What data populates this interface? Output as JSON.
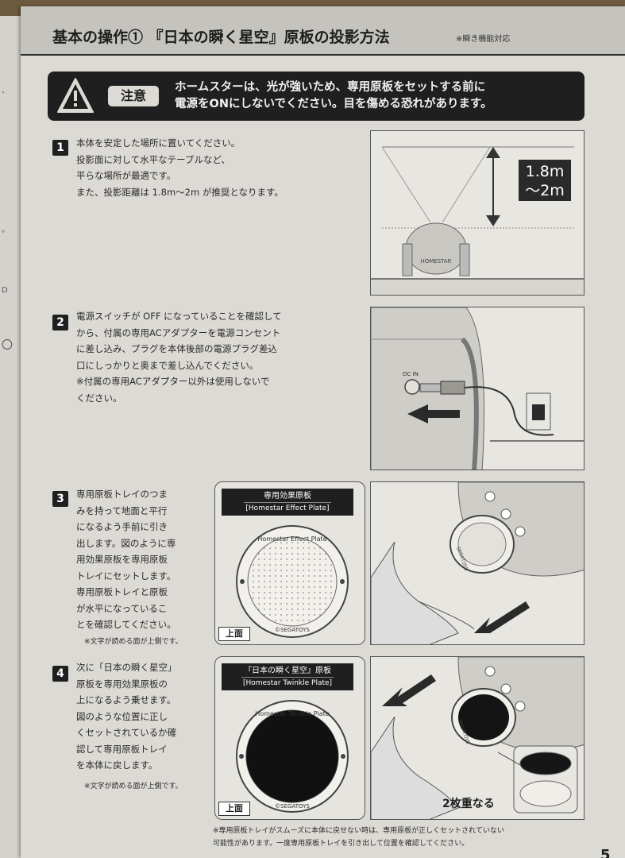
{
  "header": {
    "title": "基本の操作① 『日本の瞬く星空』原板の投影方法",
    "note": "※瞬き機能対応"
  },
  "caution": {
    "icon": "warning-triangle-icon",
    "label": "注意",
    "lines": [
      "ホームスターは、光が強いため、専用原板をセットする前に",
      "電源をONにしないでください。目を傷める恐れがあります。"
    ]
  },
  "steps": [
    {
      "number": "1",
      "lines": [
        "本体を安定した場所に置いてください。",
        "投影面に対して水平なテーブルなど、",
        "平らな場所が最適です。",
        "また、投影距離は 1.8m〜2m が推奨となります。"
      ]
    },
    {
      "number": "2",
      "lines": [
        "電源スイッチが OFF になっていることを確認して",
        "から、付属の専用ACアダプターを電源コンセント",
        "に差し込み、プラグを本体後部の電源プラグ差込",
        "口にしっかりと奥まで差し込んでください。",
        "※付属の専用ACアダプター以外は使用しないで",
        "ください。"
      ]
    },
    {
      "number": "3",
      "lines": [
        "専用原板トレイのつま",
        "みを持って地面と平行",
        "になるよう手前に引き",
        "出します。図のように専",
        "用効果原板を専用原板",
        "トレイにセットします。",
        "専用原板トレイと原板",
        "が水平になっているこ",
        "とを確認してください。"
      ],
      "note": "※文字が読める面が上側です。"
    },
    {
      "number": "4",
      "lines": [
        "次に「日本の瞬く星空」",
        "原板を専用効果原板の",
        "上になるよう乗せます。",
        "図のような位置に正し",
        "くセットされているか確",
        "認して専用原板トレイ",
        "を本体に戻します。"
      ],
      "note": "※文字が読める面が上側です。"
    }
  ],
  "illustrations": {
    "distance": {
      "line1": "1.8m",
      "line2": "〜2m",
      "device_label": "HOMESTAR"
    },
    "power": {
      "jack_label": "DC IN"
    },
    "effect_plate": {
      "title": "専用効果原板",
      "subtitle": "[Homestar Effect Plate]",
      "top_label": "上面",
      "ring_top": "Homestar Effect Plate",
      "ring_bottom": "©SEGATOYS",
      "tray_text": "SEGATOYS"
    },
    "twinkle_plate": {
      "title": "『日本の瞬く星空』原板",
      "subtitle": "[Homestar Twinkle Plate]",
      "top_label": "上面",
      "ring_top": "Homestar Twinkle Plate",
      "ring_bottom": "©SEGATOYS",
      "tray_text": "SEGATOYS",
      "stack_label": "2枚重なる"
    }
  },
  "footer": {
    "lines": [
      "※専用原板トレイがスムーズに本体に戻せない時は、専用原板が正しくセットされていない",
      "可能性があります。一度専用原板トレイを引き出して位置を確認してください。"
    ]
  },
  "page_number": "5",
  "prev_page_marks": [
    "、",
    "。",
    "D",
    "〇"
  ],
  "colors": {
    "ink": "#1f1f1f",
    "paper": "#dcdad4",
    "header_band": "#c5c3bd"
  }
}
